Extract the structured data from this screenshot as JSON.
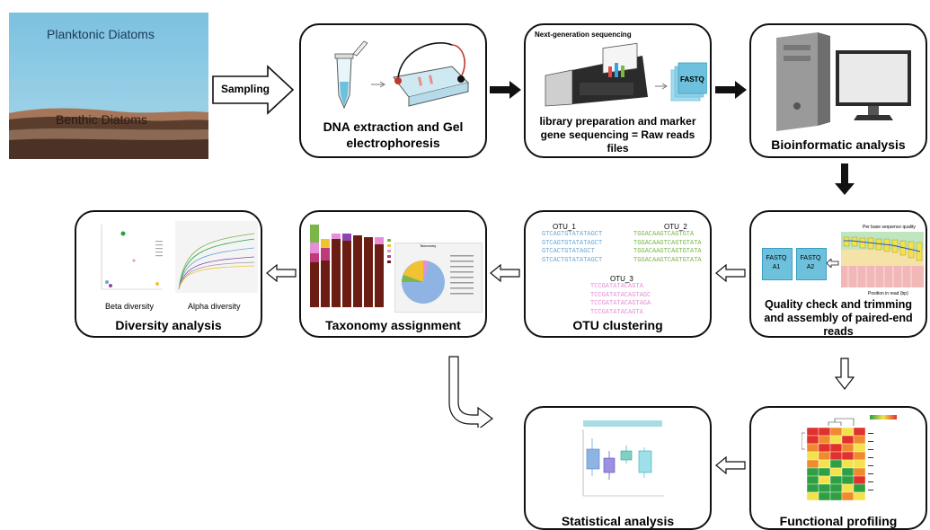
{
  "sampling": {
    "planktonic_label": "Planktonic Diatoms",
    "benthic_label": "Benthic Diatoms",
    "arrow_label": "Sampling"
  },
  "steps": {
    "dna_extraction": "DNA extraction and Gel electrophoresis",
    "sequencing_header": "Next-generation sequencing",
    "sequencing_file": "FASTQ",
    "sequencing_caption": "library preparation and marker gene sequencing = Raw reads files",
    "bioinformatic": "Bioinformatic analysis",
    "quality_caption": "Quality check and trimming and assembly of paired-end reads",
    "quality_chart_title": "Per base sequence quality",
    "quality_xaxis": "Position in read (bp)",
    "quality_file_a1": "FASTQ A1",
    "quality_file_a2": "FASTQ A2",
    "otu_caption": "OTU clustering",
    "taxonomy_caption": "Taxonomy assignment",
    "taxonomy_pie_title": "Taxonomy",
    "diversity_caption": "Diversity analysis",
    "beta_label": "Beta diversity",
    "alpha_label": "Alpha diversity",
    "statistical_caption": "Statistical analysis",
    "functional_caption": "Functional profiling"
  },
  "otus": [
    {
      "name": "OTU_1",
      "color": "#6aa6d6",
      "seqs": [
        "GTCAGTGTATATAGCT",
        "GTCAGTGTATATAGCT",
        "GTCACTGTATAGCT",
        "GTCACTGTATATAGCT"
      ]
    },
    {
      "name": "OTU_2",
      "color": "#7ab648",
      "seqs": [
        "TGGACAAGTCAGTGTA",
        "TGGACAAGTCAGTGTATA",
        "TGGACAAGTCAGTGTATA",
        "TGGACAAGTCAGTGTATA"
      ]
    },
    {
      "name": "OTU_3",
      "color": "#e58fd6",
      "seqs": [
        "TCCGATATACAGTA",
        "TCCGATATACAGTAGC",
        "TCCGATATACAGTAGA",
        "TCCGATATACAGTA"
      ]
    }
  ],
  "colors": {
    "water": "#8fc9e3",
    "sediment": "#7b5a48",
    "box_border": "#111111",
    "fastq_tile": "#6ec1dc",
    "heat_red": "#e0312c",
    "heat_orange": "#f08a2c",
    "heat_yellow": "#f3e24a",
    "heat_green": "#2ea043",
    "bar_dark": "#6b1d14",
    "pie_blue": "#8fb4e3",
    "pie_yellow": "#f1c232"
  }
}
